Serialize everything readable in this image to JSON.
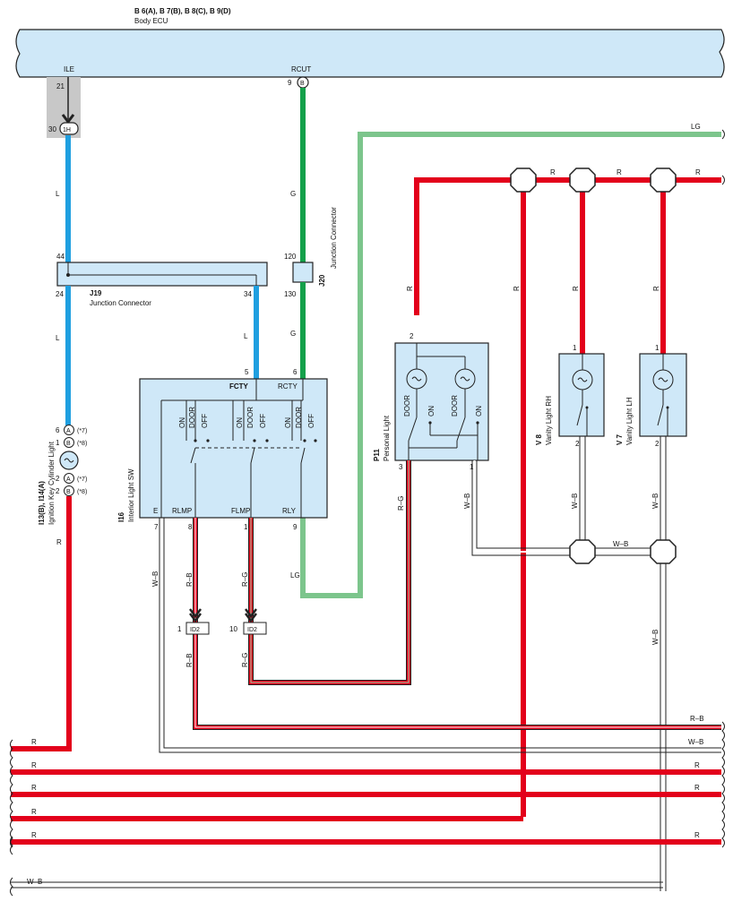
{
  "header": {
    "connectors": "B 6(A), B 7(B), B 8(C), B 9(D)",
    "component": "Body ECU"
  },
  "ecu": {
    "pin_ile": "ILE",
    "pin_rcut": "RCUT",
    "ile_num": "21",
    "rcut_num": "9",
    "rcut_conn": "B"
  },
  "junction_1h": {
    "num": "30",
    "code": "1H"
  },
  "wires": {
    "L": "L",
    "G": "G",
    "LG": "LG",
    "R": "R",
    "RB": "R–B",
    "RG": "R–G",
    "WB": "W–B"
  },
  "j19": {
    "code": "J19",
    "name": "Junction Connector",
    "p44": "44",
    "p24": "24",
    "p34": "34"
  },
  "j20": {
    "code": "J20",
    "name": "Junction Connector",
    "p120": "120",
    "p130": "130"
  },
  "i16": {
    "code": "I16",
    "name": "Interior Light SW",
    "fcty": "FCTY",
    "rcty": "RCTY",
    "p5": "5",
    "p6": "6",
    "on": "ON",
    "door": "DOOR",
    "off": "OFF",
    "e": "E",
    "rlmp": "RLMP",
    "flmp": "FLMP",
    "rly": "RLY",
    "p7": "7",
    "p8": "8",
    "p10": "10",
    "p9": "9"
  },
  "ignition": {
    "codes": "I13(B), I14(A)",
    "name": "Ignition Key Cylinder Light",
    "p6": "6",
    "p1": "1",
    "p2a": "2",
    "p2b": "2",
    "ca": "A",
    "cb": "B",
    "n7": "(*7)",
    "n8": "(*8)"
  },
  "id2": {
    "code": "ID2",
    "p1": "1",
    "p10": "10"
  },
  "p11": {
    "code": "P11",
    "name": "Personal Light",
    "p2": "2",
    "p3": "3",
    "p1": "1",
    "door": "DOOR",
    "on": "ON"
  },
  "v8": {
    "code": "V 8",
    "name": "Vanity Light RH",
    "p1": "1",
    "p2": "2"
  },
  "v7": {
    "code": "V 7",
    "name": "Vanity Light LH",
    "p1": "1",
    "p2": "2"
  }
}
